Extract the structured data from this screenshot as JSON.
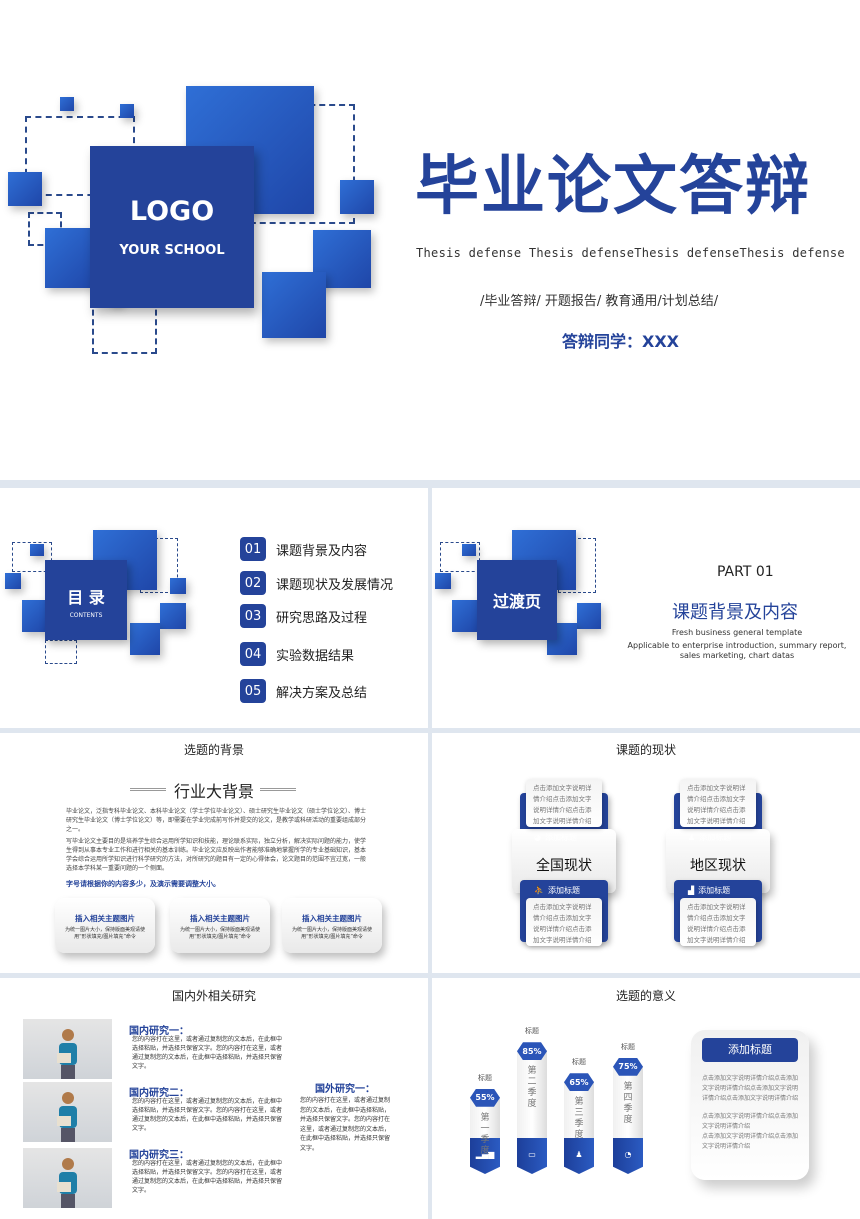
{
  "cover": {
    "logo": "LOGO",
    "school": "YOUR SCHOOL",
    "title": "毕业论文答辩",
    "subtitle": "Thesis defense Thesis defenseThesis defenseThesis defense",
    "tags": "/毕业答辩/ 开题报告/ 教育通用/计划总结/",
    "student": "答辩同学：XXX"
  },
  "toc": {
    "title": "目 录",
    "subtitle": "CONTENTS",
    "items": [
      {
        "num": "01",
        "label": "课题背景及内容"
      },
      {
        "num": "02",
        "label": "课题现状及发展情况"
      },
      {
        "num": "03",
        "label": "研究思路及过程"
      },
      {
        "num": "04",
        "label": "实验数据结果"
      },
      {
        "num": "05",
        "label": "解决方案及总结"
      }
    ]
  },
  "transition": {
    "title": "过渡页",
    "part": "PART 01",
    "heading": "课题背景及内容",
    "line1": "Fresh business general template",
    "line2": "Applicable to enterprise introduction, summary report, sales marketing, chart datas"
  },
  "background": {
    "title": "选题的背景",
    "heading": "行业大背景",
    "p1": "毕业论文，泛指专科毕业论文、本科毕业论文（学士学位毕业论文）、硕士研究生毕业论文（硕士学位论文）、博士研究生毕业论文（博士学位论文）等，即需要在学业完成前写作并提交的论文，是教学或科研活动的重要组成部分之一。",
    "p2": "写毕业论文主要目的是培养学生综合运用所学知识和技能，理论联系实际，独立分析，解决实际问题的能力，使学生得到从事本专业工作和进行相关的基本训练。毕业论文应反映出作者能够准确地掌握所学的专业基础知识，基本学会综合运用所学知识进行科学研究的方法，对所研究的题目有一定的心得体会，论文题目的范围不宜过宽，一般选择本学科某一重要问题的一个侧面。",
    "note": "字号请根据你的内容多少，及演示需要调整大小。",
    "cards": [
      {
        "title": "插入相关主题图片",
        "desc": "为统一图片大小，保持版面美观请使用“形状填充/图片填充”命令"
      },
      {
        "title": "插入相关主题图片",
        "desc": "为统一图片大小，保持版面美观请使用“形状填充/图片填充”命令"
      },
      {
        "title": "插入相关主题图片",
        "desc": "为统一图片大小，保持版面美观请使用“形状填充/图片填充”命令"
      }
    ]
  },
  "status": {
    "title": "课题的现状",
    "note": "点击添加文字说明详情介绍点击添加文字说明详情介绍点击添加文字说明详情介绍",
    "label": "添加标题",
    "groups": [
      {
        "name": "全国现状"
      },
      {
        "name": "地区现状"
      }
    ]
  },
  "research": {
    "title": "国内外相关研究",
    "text": "您的内容打在这里，或者通过复制您的文本后，在此框中选择粘贴，并选择只保留文字。您的内容打在这里，或者通过复制您的文本后，在此框中选择粘贴，并选择只保留文字。",
    "items": [
      {
        "title": "国内研究一："
      },
      {
        "title": "国内研究二："
      },
      {
        "title": "国内研究三："
      }
    ],
    "foreign_title": "国外研究一：",
    "foreign_text": "您的内容打在这里，或者通过复制您的文本后，在此框中选择粘贴，并选择只保留文字。您的内容打在这里，或者通过复制您的文本后，在此框中选择粘贴，并选择只保留文字。"
  },
  "meaning": {
    "title": "选题的意义",
    "columns": [
      {
        "caption": "标题",
        "value": "55%",
        "percent": 55,
        "label": "第一季度",
        "icon": "bar-chart-icon"
      },
      {
        "caption": "标题",
        "value": "85%",
        "percent": 85,
        "label": "第二季度",
        "icon": "monitor-icon"
      },
      {
        "caption": "标题",
        "value": "65%",
        "percent": 65,
        "label": "第三季度",
        "icon": "person-icon"
      },
      {
        "caption": "标题",
        "value": "75%",
        "percent": 75,
        "label": "第四季度",
        "icon": "pie-icon"
      }
    ],
    "box_title": "添加标题",
    "box_p1": "点击添加文字说明详情介绍点击添加文字说明详情介绍点击添加文字说明详情介绍点击添加文字说明详情介绍",
    "box_p2": "点击添加文字说明详情介绍点击添加文字说明详情介绍",
    "box_p3": "点击添加文字说明详情介绍点击添加文字说明详情介绍"
  },
  "colors": {
    "primary": "#24439a",
    "accent": "#2f6fd6"
  }
}
